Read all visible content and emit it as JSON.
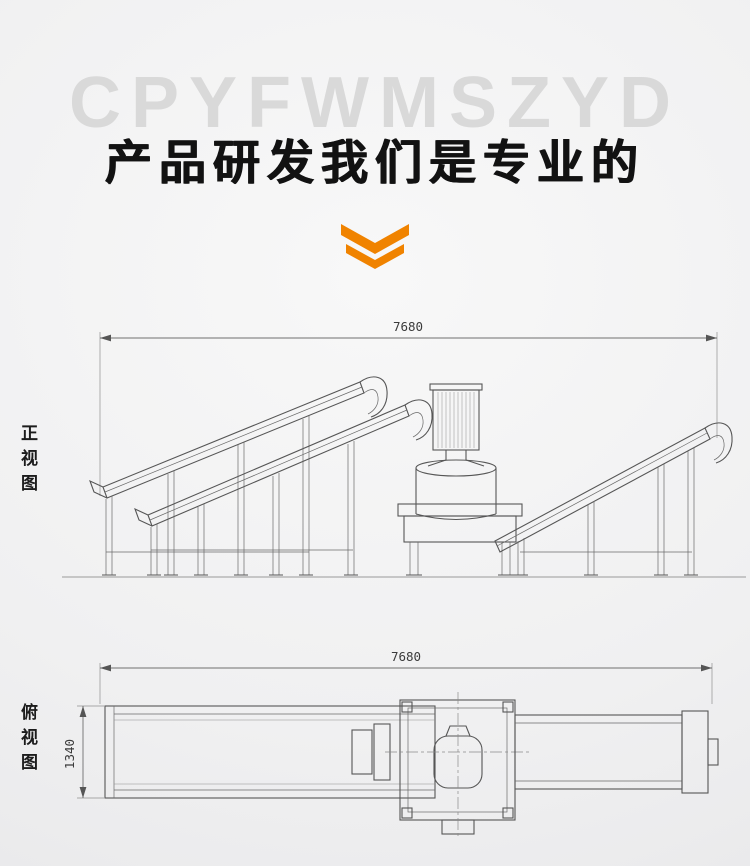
{
  "hero": {
    "watermark": "CPYFWMSZYD",
    "title": "产品研发我们是专业的"
  },
  "views": {
    "front": {
      "label": "正视图",
      "width_dim": "7680"
    },
    "top": {
      "label": "俯视图",
      "width_dim": "7680",
      "depth_dim": "1340"
    }
  },
  "colors": {
    "accent": "#f08300",
    "watermark": "#d9d9d9",
    "line": "#565656"
  }
}
